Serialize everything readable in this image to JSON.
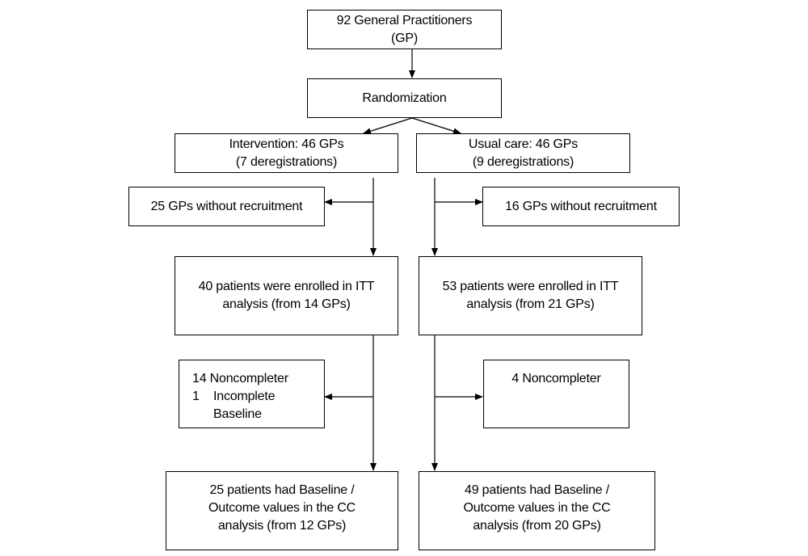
{
  "flow": {
    "gp_total": [
      "92 General Practitioners",
      "(GP)"
    ],
    "randomization": "Randomization",
    "intervention": {
      "arm": [
        "Intervention: 46 GPs",
        "(7 deregistrations)"
      ],
      "no_recruitment": "25 GPs without recruitment",
      "itt": [
        "40 patients were enrolled in ITT",
        "analysis (from 14 GPs)"
      ],
      "noncompleter": {
        "line1": "14 Noncompleter",
        "item_num": "1",
        "item_text": [
          "Incomplete",
          "Baseline"
        ]
      },
      "cc": [
        "25 patients had Baseline /",
        "Outcome values in the CC",
        "analysis (from 12 GPs)"
      ]
    },
    "usual_care": {
      "arm": [
        "Usual care: 46 GPs",
        "(9 deregistrations)"
      ],
      "no_recruitment": "16 GPs without recruitment",
      "itt": [
        "53 patients were enrolled in ITT",
        "analysis (from 21 GPs)"
      ],
      "noncompleter": "4 Noncompleter",
      "cc": [
        "49 patients had Baseline /",
        "Outcome values in the CC",
        "analysis (from 20 GPs)"
      ]
    }
  }
}
